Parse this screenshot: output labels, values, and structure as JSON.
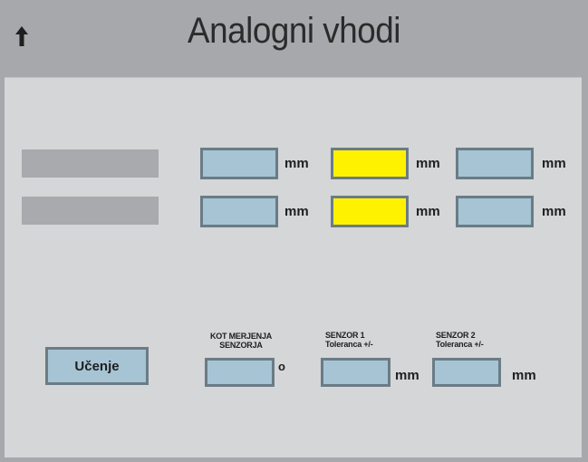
{
  "header": {
    "title": "Analogni vhodi"
  },
  "rows": [
    {
      "unit1": "mm",
      "unit2": "mm",
      "unit3": "mm"
    },
    {
      "unit1": "mm",
      "unit2": "mm",
      "unit3": "mm"
    }
  ],
  "bottom": {
    "learn_button": "Učenje",
    "angle_label_line1": "KOT MERJENJA",
    "angle_label_line2": "SENZORJA",
    "angle_unit": "o",
    "sensor1_label_line1": "SENZOR 1",
    "sensor1_label_line2": "Toleranca +/-",
    "sensor1_unit": "mm",
    "sensor2_label_line1": "SENZOR 2",
    "sensor2_label_line2": "Toleranca +/-",
    "sensor2_unit": "mm"
  },
  "colors": {
    "field": "#a6c4d4",
    "highlight": "#fff200",
    "panel": "#d5d6d8",
    "header": "#a6a8ab"
  }
}
